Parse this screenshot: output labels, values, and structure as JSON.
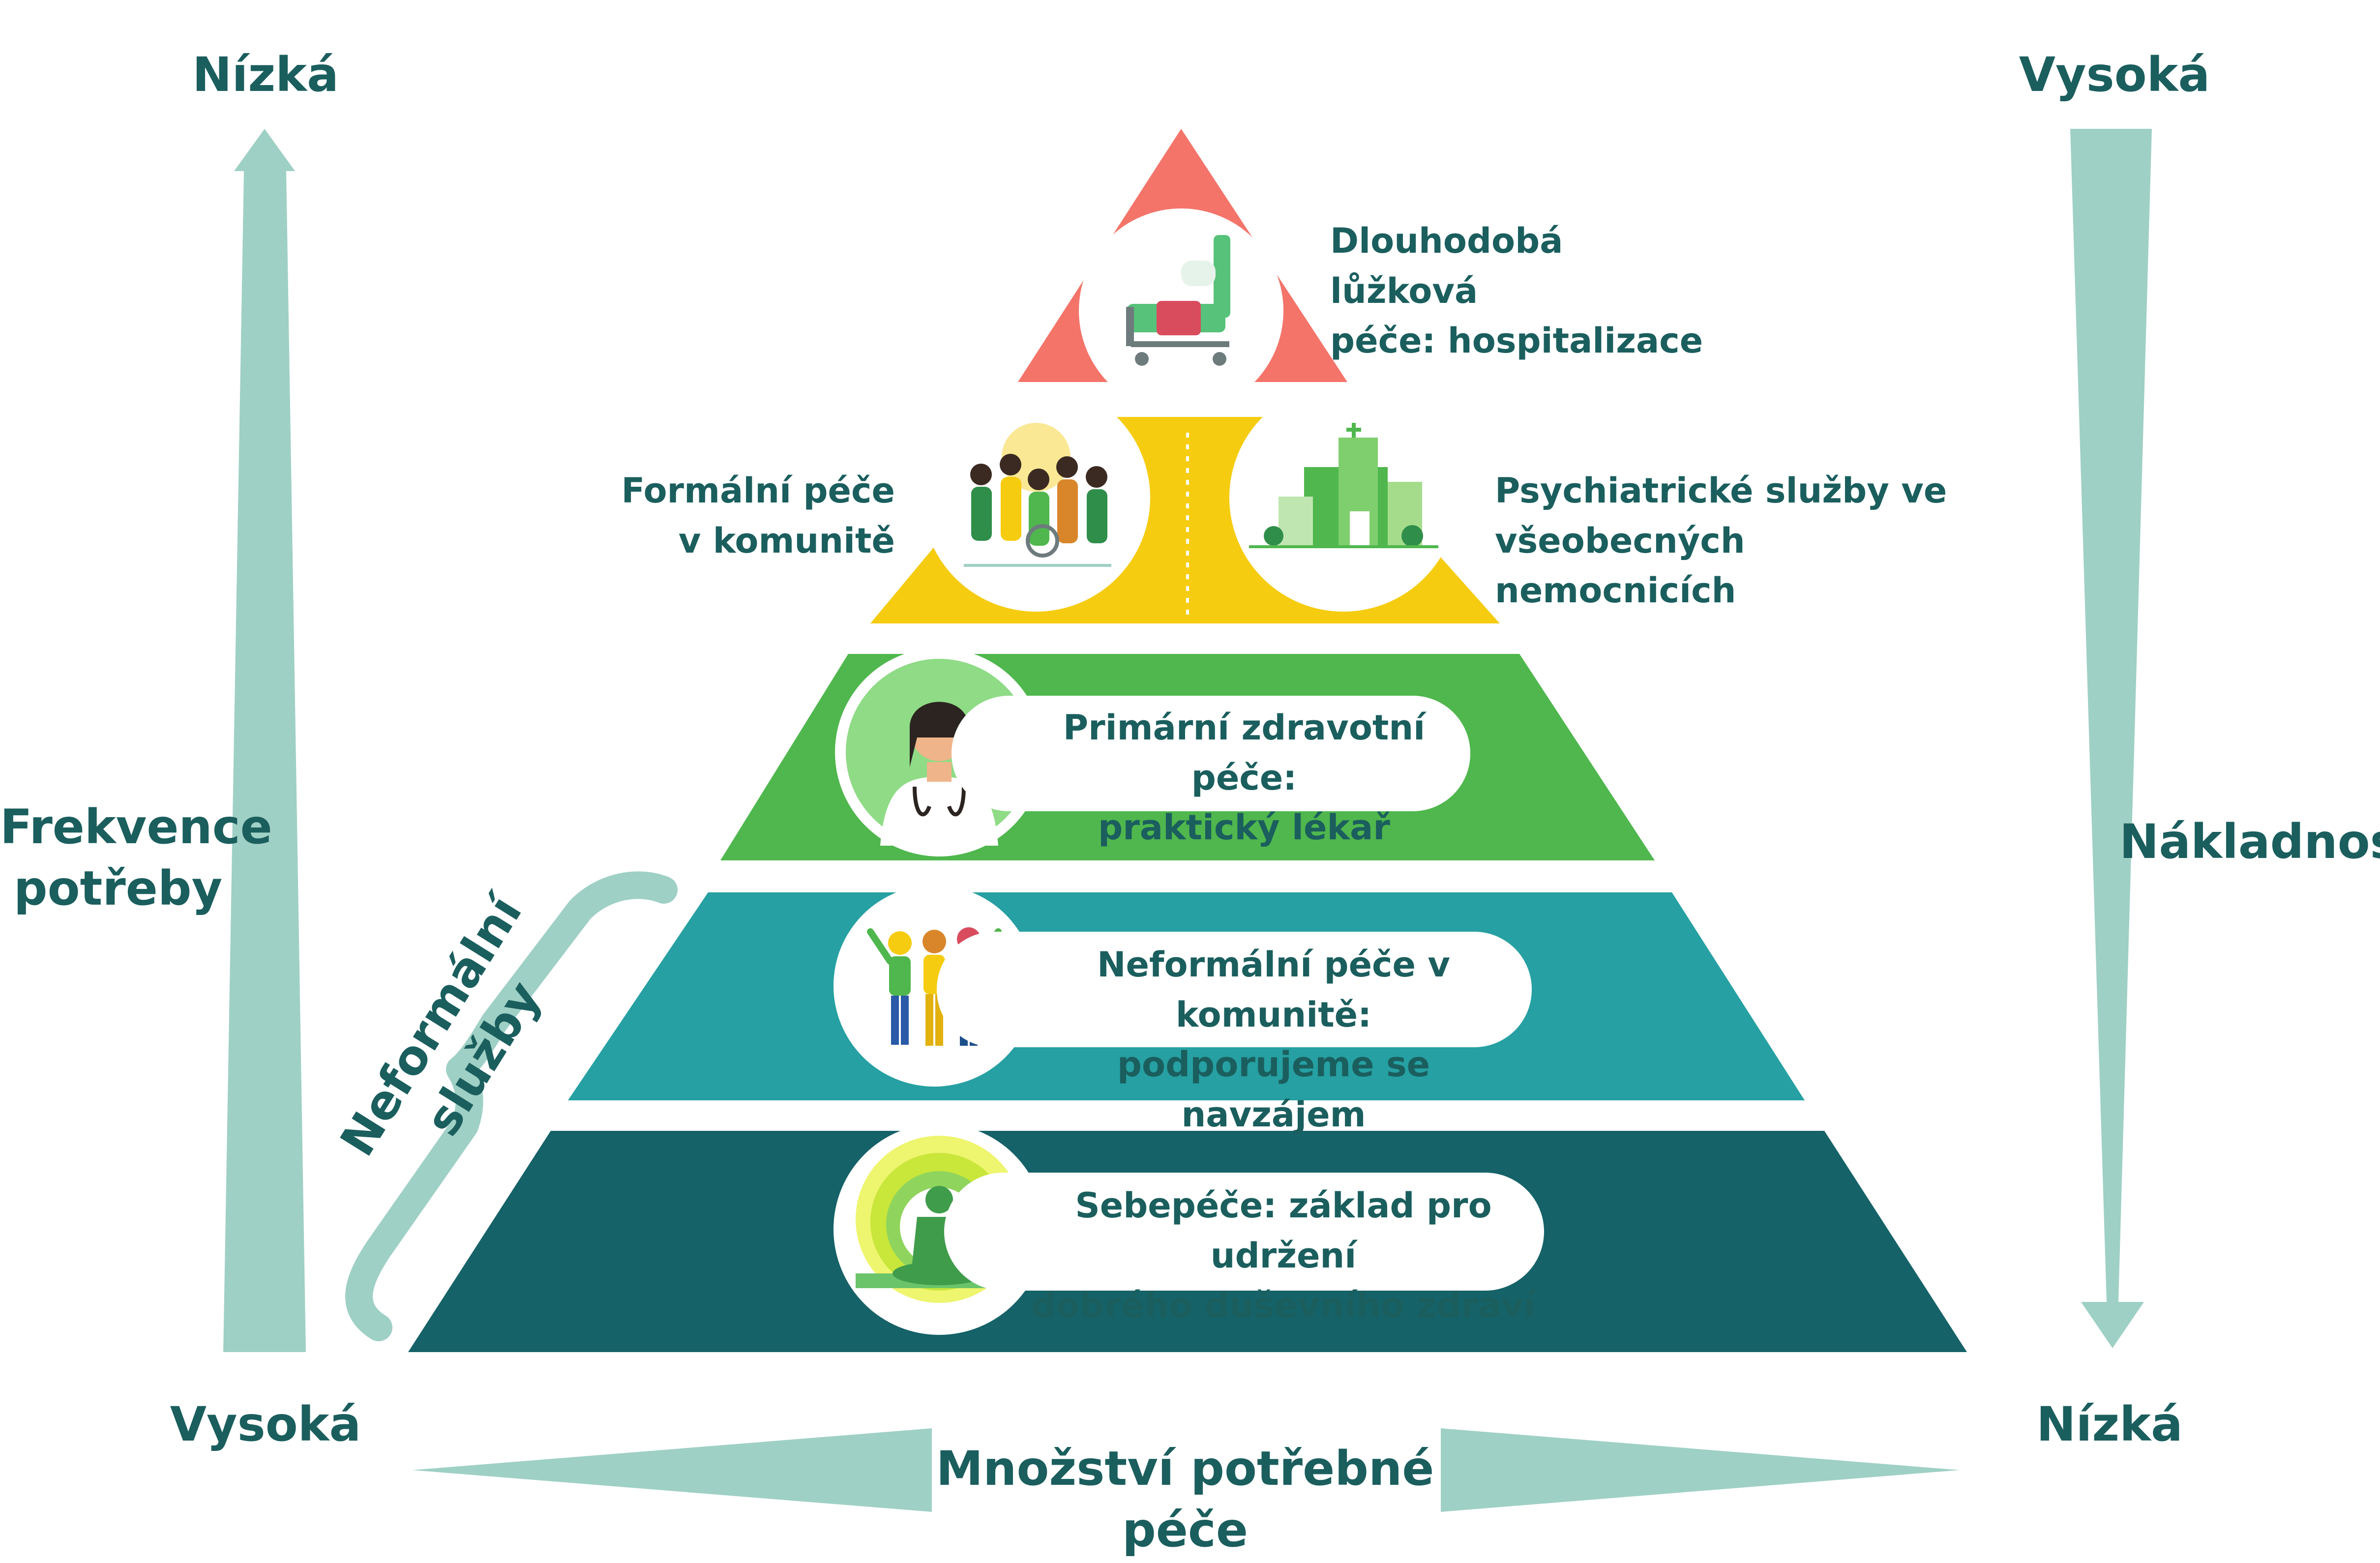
{
  "axes": {
    "left": {
      "top_label": "Nízká",
      "title_line1": "Frekvence",
      "title_line2": "potřeby",
      "bottom_label": "Vysoká"
    },
    "right": {
      "top_label": "Vysoká",
      "title": "Nákladnost",
      "bottom_label": "Nízká"
    },
    "bottom": {
      "title": "Množství potřebné péče"
    }
  },
  "brace_label": "Neformální služby",
  "levels": [
    {
      "id": "top",
      "color": "#f4746a",
      "line1": "Dlouhodobá lůžková",
      "line2": "péče: hospitalizace",
      "icon": "hospital-bed-icon"
    },
    {
      "id": "second",
      "color": "#f6cc10",
      "left_line1": "Formální péče",
      "left_line2": "v komunitě",
      "left_icon": "community-group-icon",
      "right_line1": "Psychiatrické služby ve",
      "right_line2": "všeobecných nemocnicích",
      "right_icon": "hospital-building-icon"
    },
    {
      "id": "third",
      "color": "#4fb74d",
      "line1": "Primární zdravotní péče:",
      "line2": "praktický lékař",
      "icon": "doctor-icon"
    },
    {
      "id": "fourth",
      "color": "#26a0a2",
      "line1": "Neformální péče v komunitě:",
      "line2": "podporujeme se navzájem",
      "icon": "friends-group-icon"
    },
    {
      "id": "base",
      "color": "#156268",
      "line1": "Sebepéče: základ pro udržení",
      "line2": "dobrého duševního zdraví",
      "icon": "meditation-icon"
    }
  ],
  "arrow_color": "#9fd0c5"
}
